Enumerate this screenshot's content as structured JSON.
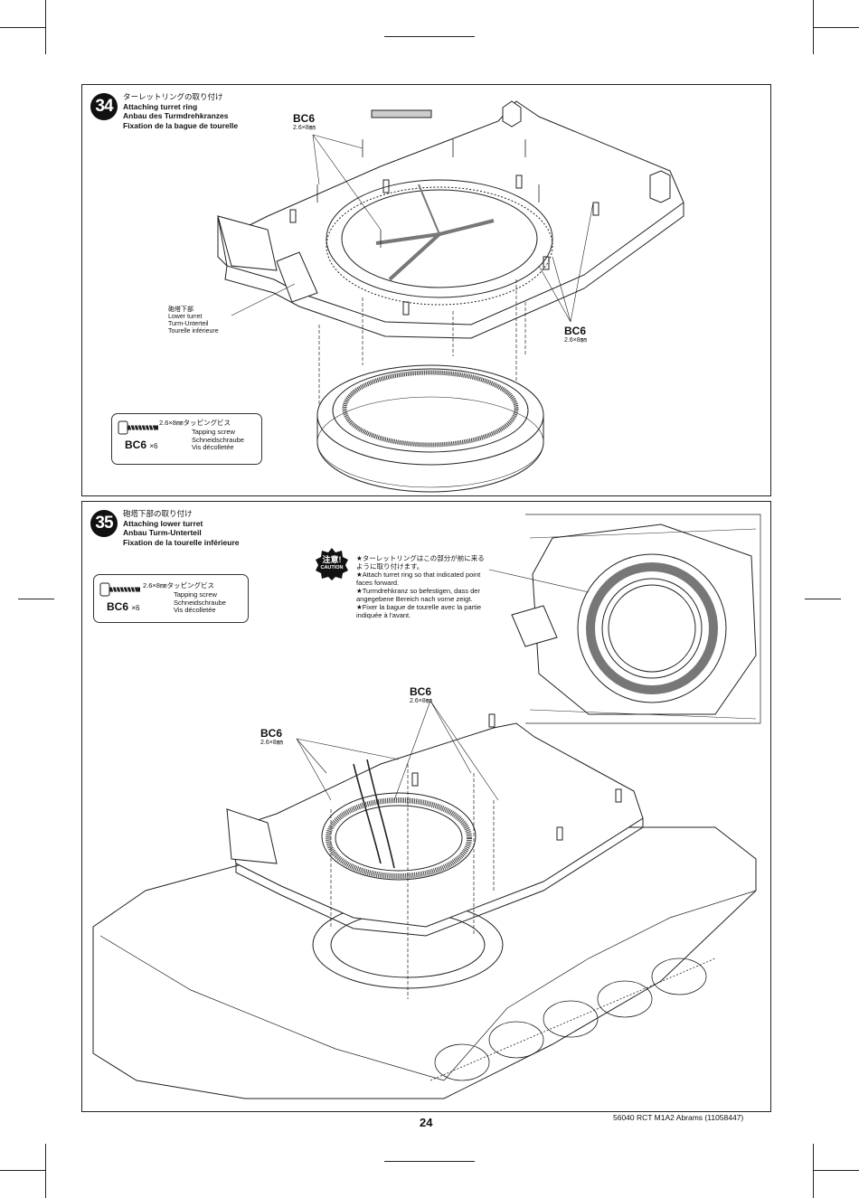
{
  "page_number": "24",
  "footer": "56040 RCT M1A2 Abrams (11058447)",
  "steps": [
    {
      "number": "34",
      "title_jp": "ターレットリングの取り付け",
      "title_en": "Attaching turret ring",
      "title_de": "Anbau des Turmdrehkranzes",
      "title_fr": "Fixation de la bague de tourelle",
      "part_label": {
        "jp": "砲塔下部",
        "en": "Lower turret",
        "de": "Turm-Unterteil",
        "fr": "Tourelle inférieure"
      },
      "callouts": [
        {
          "code": "BC6",
          "size": "2.6×8㎜"
        },
        {
          "code": "BC6",
          "size": "2.6×8㎜"
        }
      ],
      "screw": {
        "spec": "2.6×8㎜タッピングビス",
        "en": "Tapping screw",
        "de": "Schneidschraube",
        "fr": "Vis décolletée",
        "code": "BC6",
        "qty": "×6"
      }
    },
    {
      "number": "35",
      "title_jp": "砲塔下部の取り付け",
      "title_en": "Attaching lower turret",
      "title_de": "Anbau Turm-Unterteil",
      "title_fr": "Fixation de la tourelle inférieure",
      "callouts": [
        {
          "code": "BC6",
          "size": "2.6×8㎜"
        },
        {
          "code": "BC6",
          "size": "2.6×8㎜"
        }
      ],
      "screw": {
        "spec": "2.6×8㎜タッピングビス",
        "en": "Tapping screw",
        "de": "Schneidschraube",
        "fr": "Vis décolletée",
        "code": "BC6",
        "qty": "×6"
      },
      "caution": {
        "badge_jp": "注意!",
        "badge_en": "CAUTION",
        "jp": "★ターレットリングはこの部分が前に来るように取り付けます。",
        "en": "★Attach turret ring so that indicated point faces forward.",
        "de": "★Turmdrehkranz so befestigen, dass der angegebene Bereich nach vorne zeigt.",
        "fr": "★Fixer la bague de tourelle avec la partie indiquée à l'avant."
      }
    }
  ]
}
